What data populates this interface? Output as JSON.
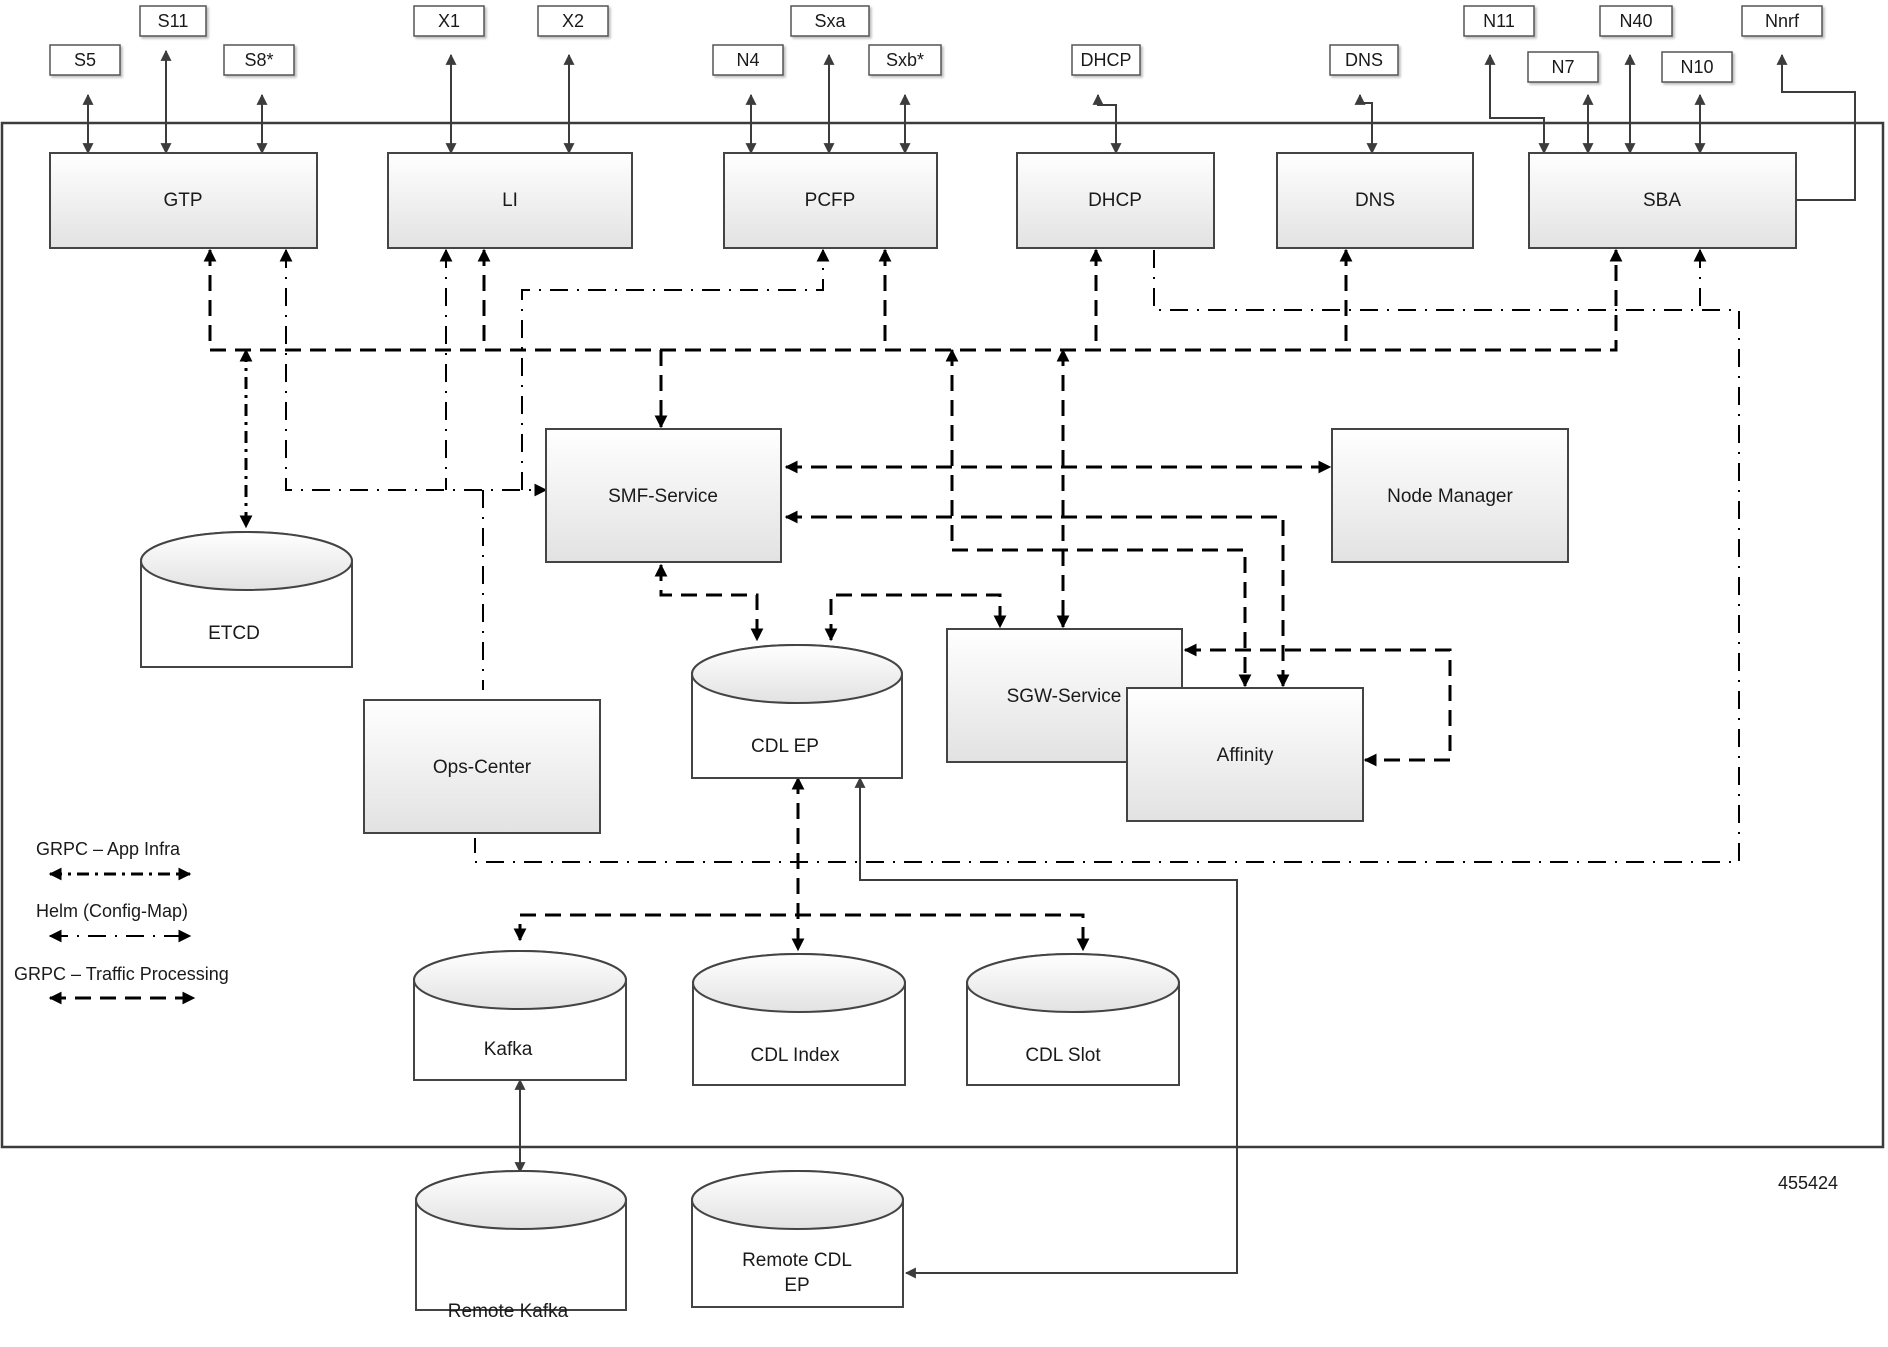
{
  "interfaces": {
    "s5": "S5",
    "s11": "S11",
    "s8": "S8*",
    "x1": "X1",
    "x2": "X2",
    "n4": "N4",
    "sxa": "Sxa",
    "sxb": "Sxb*",
    "dhcp": "DHCP",
    "dns": "DNS",
    "n11": "N11",
    "n7": "N7",
    "n40": "N40",
    "n10": "N10",
    "nnrf": "Nnrf"
  },
  "blocks": {
    "gtp": "GTP",
    "li": "LI",
    "pcfp": "PCFP",
    "dhcp": "DHCP",
    "dns": "DNS",
    "sba": "SBA",
    "smf_service": "SMF-Service",
    "node_manager": "Node Manager",
    "sgw_service": "SGW-Service",
    "affinity": "Affinity",
    "ops_center": "Ops-Center"
  },
  "stores": {
    "etcd": "ETCD",
    "cdl_ep": "CDL EP",
    "kafka": "Kafka",
    "cdl_index": "CDL Index",
    "cdl_slot": "CDL Slot",
    "remote_kafka": "Remote Kafka",
    "remote_cdl_ep_line1": "Remote CDL",
    "remote_cdl_ep_line2": "EP"
  },
  "legend": {
    "grpc_app_infra": "GRPC – App Infra",
    "helm_config_map": "Helm (Config-Map)",
    "grpc_traffic": "GRPC – Traffic Processing"
  },
  "figure_id": "455424",
  "colors": {
    "line": "#000000",
    "solid_line": "#3c3c3c",
    "block_border": "#444444",
    "block_fill_top": "#ffffff",
    "block_fill_bottom": "#e2e2e2"
  }
}
